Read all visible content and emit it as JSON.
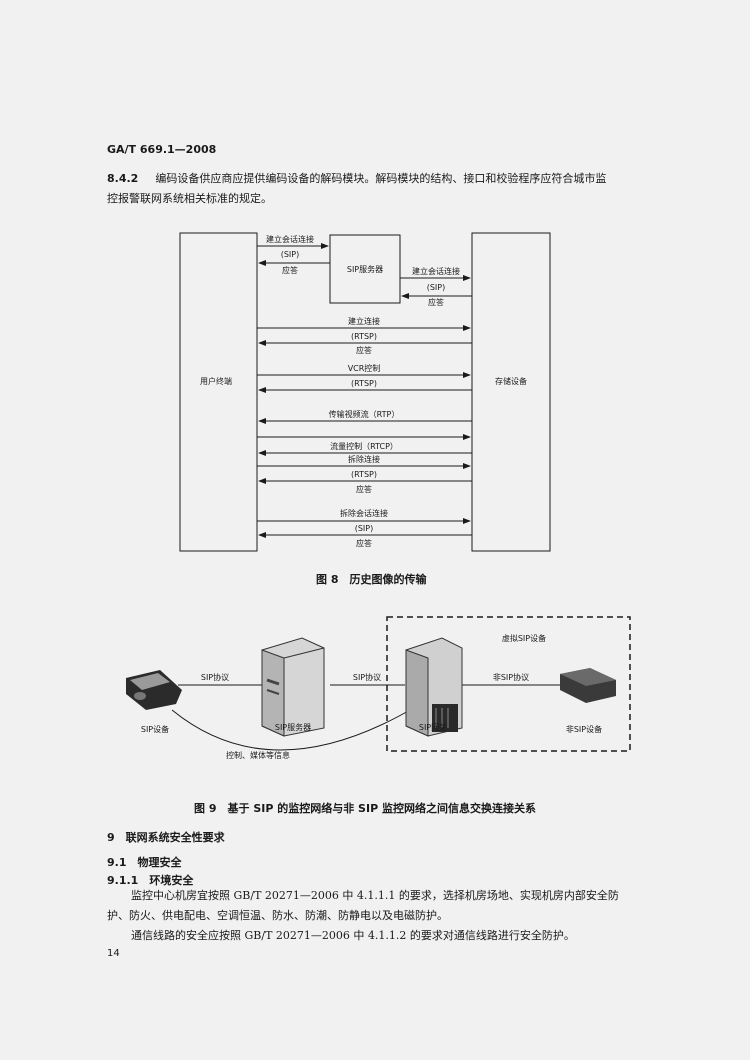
{
  "header": {
    "std_code": "GA/T 669.1—2008"
  },
  "clause_8_4_2": {
    "number": "8.4.2",
    "line1": "编码设备供应商应提供编码设备的解码模块。解码模块的结构、接口和校验程序应符合城市监",
    "line2": "控报警联网系统相关标准的规定。"
  },
  "figure8": {
    "left_box": "用户终端",
    "right_box": "存储设备",
    "sip_server": "SIP服务器",
    "left_establish": "建立会话连接",
    "left_sip": "(SIP)",
    "left_resp": "应答",
    "right_establish": "建立会话连接",
    "right_sip": "(SIP)",
    "right_resp": "应答",
    "m1": "建立连接",
    "m2": "(RTSP)",
    "m3": "应答",
    "m4": "VCR控制",
    "m5": "(RTSP)",
    "m6": "传输视频流（RTP）",
    "m7": "流量控制（RTCP）",
    "m8": "拆除连接",
    "m9": "(RTSP)",
    "m10": "应答",
    "m11": "拆除会话连接",
    "m12": "(SIP)",
    "m13": "应答",
    "caption": "图 8　历史图像的传输"
  },
  "figure9": {
    "virtual": "虚拟SIP设备",
    "sip_proto1": "SIP协议",
    "sip_proto2": "SIP协议",
    "non_sip_proto": "非SIP协议",
    "sip_device": "SIP设备",
    "sip_server": "SIP服务器",
    "sip_gateway": "SIP网关",
    "non_sip_device": "非SIP设备",
    "control_info": "控制、媒体等信息",
    "caption": "图 9　基于 SIP 的监控网络与非 SIP 监控网络之间信息交换连接关系"
  },
  "section9": {
    "title": "9　联网系统安全性要求",
    "s91": "9.1　物理安全",
    "s911": "9.1.1　环境安全",
    "p1_line1": "监控中心机房宜按照 GB/T 20271—2006 中 4.1.1.1 的要求，选择机房场地、实现机房内部安全防",
    "p1_line2": "护、防火、供电配电、空调恒温、防水、防潮、防静电以及电磁防护。",
    "p2": "通信线路的安全应按照 GB/T 20271—2006 中 4.1.1.2 的要求对通信线路进行安全防护。"
  },
  "footer": {
    "page_number": "14"
  }
}
